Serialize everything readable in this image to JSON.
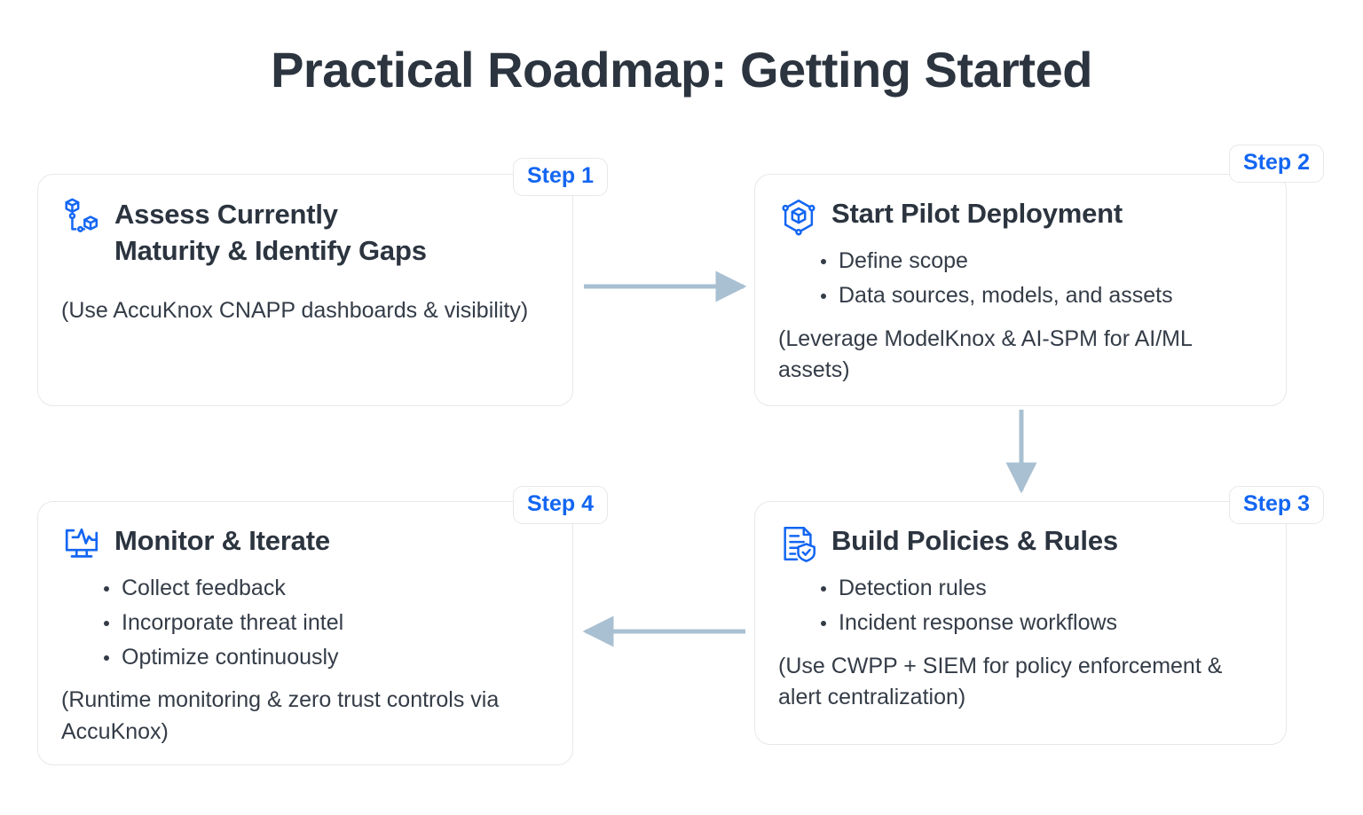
{
  "page": {
    "title": "Practical Roadmap: Getting Started",
    "background_color": "#ffffff",
    "heading_color": "#2b343f",
    "body_color": "#343c47",
    "accent_color": "#1366f2",
    "arrow_color": "#a9c0d2",
    "card_border_color": "#e6e8ec"
  },
  "steps": [
    {
      "badge": "Step 1",
      "icon": "connected-cubes-icon",
      "title": "Assess Currently Maturity & Identify Gaps",
      "title_lines": [
        "Assess Currently",
        "Maturity & Identify Gaps"
      ],
      "bullets": [],
      "note": "(Use AccuKnox CNAPP dashboards & visibility)"
    },
    {
      "badge": "Step 2",
      "icon": "hexagon-cube-icon",
      "title": "Start Pilot Deployment",
      "title_lines": [
        "Start Pilot Deployment"
      ],
      "bullets": [
        "Define scope",
        "Data sources, models, and assets"
      ],
      "note": "(Leverage ModelKnox & AI-SPM for AI/ML assets)"
    },
    {
      "badge": "Step 3",
      "icon": "document-shield-check-icon",
      "title": "Build Policies & Rules",
      "title_lines": [
        "Build Policies & Rules"
      ],
      "bullets": [
        "Detection rules",
        "Incident response workflows"
      ],
      "note": "(Use CWPP + SIEM for policy enforcement & alert centralization)"
    },
    {
      "badge": "Step 4",
      "icon": "monitor-pulse-icon",
      "title": "Monitor & Iterate",
      "title_lines": [
        "Monitor & Iterate"
      ],
      "bullets": [
        "Collect feedback",
        "Incorporate threat intel",
        "Optimize continuously"
      ],
      "note": "(Runtime monitoring & zero trust controls via AccuKnox)"
    }
  ],
  "connectors": [
    {
      "name": "step1-to-step2",
      "direction": "right"
    },
    {
      "name": "step2-to-step3",
      "direction": "down"
    },
    {
      "name": "step3-to-step4",
      "direction": "left"
    }
  ]
}
